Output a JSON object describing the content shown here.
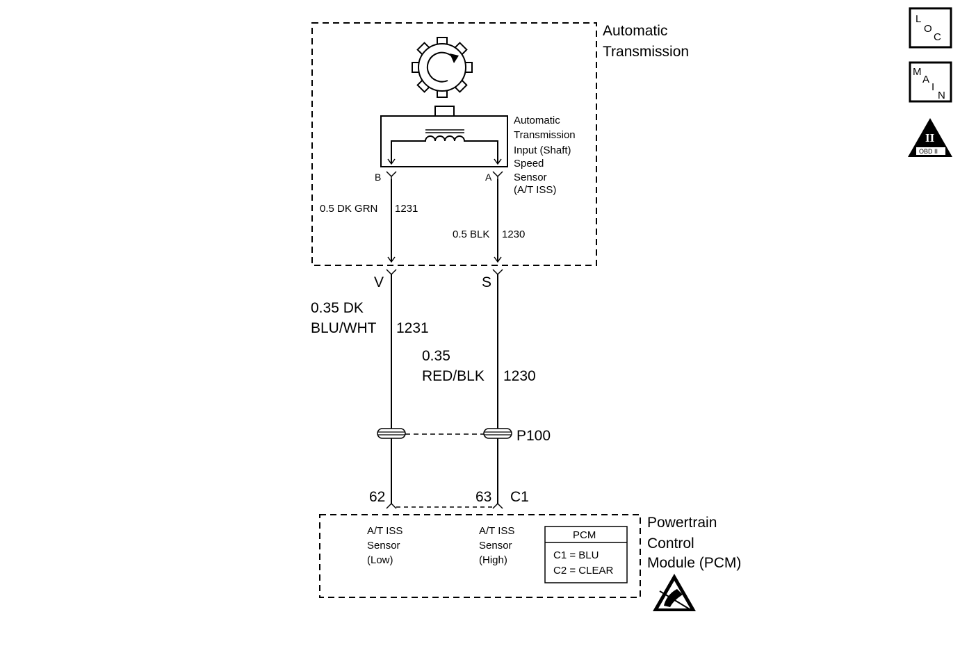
{
  "transmission": {
    "title_line1": "Automatic",
    "title_line2": "Transmission"
  },
  "sensor": {
    "label_line1": "Automatic",
    "label_line2": "Transmission",
    "label_line3": "Input (Shaft)",
    "label_line4": "Speed",
    "label_line5": "Sensor",
    "label_line6": "(A/T ISS)",
    "pin_b": "B",
    "pin_a": "A"
  },
  "wires": {
    "upper_left": "0.5 DK GRN",
    "upper_left_circuit": "1231",
    "upper_right": "0.5 BLK",
    "upper_right_circuit": "1230",
    "lower_left_line1": "0.35 DK",
    "lower_left_line2": "BLU/WHT",
    "lower_left_circuit": "1231",
    "lower_right_line1": "0.35",
    "lower_right_line2": "RED/BLK",
    "lower_right_circuit": "1230"
  },
  "connectors": {
    "pin_v": "V",
    "pin_s": "S",
    "splice_label": "P100",
    "pcm_pin_left": "62",
    "pcm_pin_right": "63",
    "pcm_connector": "C1"
  },
  "pcm": {
    "title_line1": "Powertrain",
    "title_line2": "Control",
    "title_line3": "Module (PCM)",
    "low_line1": "A/T ISS",
    "low_line2": "Sensor",
    "low_line3": "(Low)",
    "high_line1": "A/T ISS",
    "high_line2": "Sensor",
    "high_line3": "(High)",
    "table_header": "PCM",
    "table_row1": "C1 = BLU",
    "table_row2": "C2 = CLEAR"
  },
  "side_icons": {
    "loc": [
      "L",
      "O",
      "C"
    ],
    "main": [
      "M",
      "A",
      "I",
      "N"
    ],
    "obd_numeral": "II",
    "obd_label": "OBD II"
  }
}
